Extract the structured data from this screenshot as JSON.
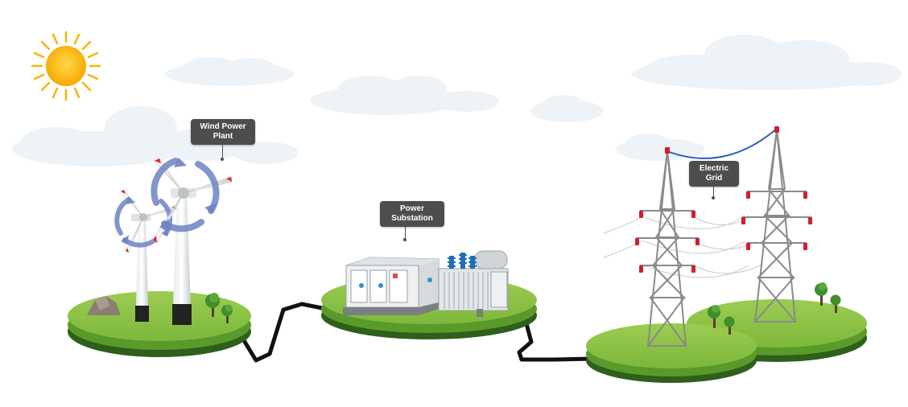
{
  "labels": {
    "wind": {
      "line1": "Wind Power",
      "line2": "Plant"
    },
    "substation": {
      "line1": "Power",
      "line2": "Substation"
    },
    "grid": {
      "line1": "Electric",
      "line2": "Grid"
    }
  },
  "colors": {
    "sky": "#ffffff",
    "cloud": "#eef3f7",
    "sun": "#f7b500",
    "grass_light": "#8cc63f",
    "grass_dark": "#5a9a2a",
    "soil": "#2e5f1b",
    "cable": "#111111",
    "tower": "#8a8a8a",
    "insulator": "#d0202e",
    "rotation_arrow": "#6f83c4",
    "label_bg": "#4d4d4d"
  },
  "icons": [
    "sun-icon",
    "cloud-icon",
    "wind-turbine-icon",
    "rotation-arrow-icon",
    "rock-icon",
    "tree-icon",
    "substation-building-icon",
    "transformer-icon",
    "transmission-tower-icon",
    "power-line-icon"
  ]
}
